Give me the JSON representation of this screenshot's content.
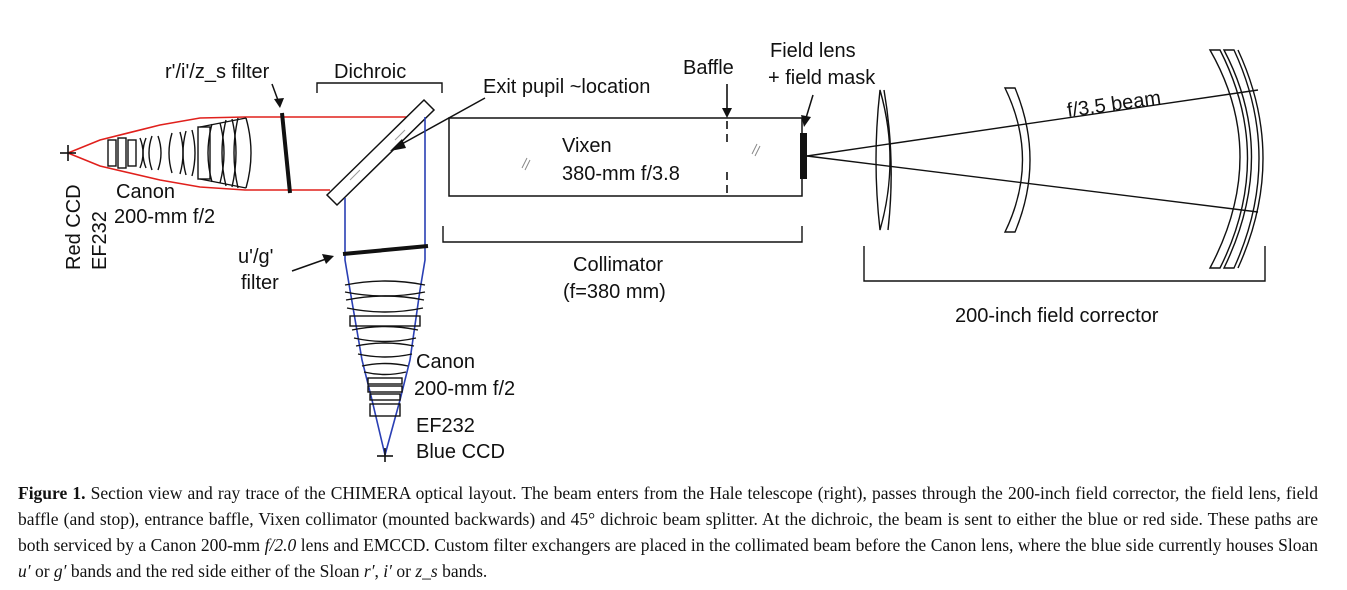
{
  "labels": {
    "filter_red": "r'/i'/z_s filter",
    "dichroic": "Dichroic",
    "exit_pupil": "Exit pupil ~location",
    "baffle": "Baffle",
    "field_lens_1": "Field lens",
    "field_lens_2": "+ field mask",
    "f35_beam": "f/3.5 beam",
    "vixen_1": "Vixen",
    "vixen_2": "380-mm f/3.8",
    "canon_red_1": "Canon",
    "canon_red_2": "200-mm f/2",
    "red_ccd": "Red CCD",
    "ef232_red": "EF232",
    "ug_filter_1": "u'/g'",
    "ug_filter_2": "filter",
    "collimator_1": "Collimator",
    "collimator_2": "(f=380 mm)",
    "field_corrector": "200-inch field corrector",
    "canon_blue_1": "Canon",
    "canon_blue_2": "200-mm f/2",
    "ef232_blue": "EF232",
    "blue_ccd": "Blue CCD"
  },
  "colors": {
    "red_beam": "#e0201c",
    "blue_beam": "#2a3fb4",
    "ink": "#111111"
  },
  "caption": {
    "heading": "Figure 1.",
    "s1": " Section view and ray trace of the CHIMERA optical layout. The beam enters from the Hale telescope (right), passes through the 200-inch field corrector, the field lens, field baffle (and stop), entrance baffle, Vixen collimator (mounted backwards) and 45° dichroic beam splitter. At the dichroic, the beam is sent to either the blue or red side. These paths are both serviced by a Canon 200-mm ",
    "f_number": "f/2.0",
    "s2": " lens and EMCCD. Custom filter exchangers are placed in the collimated beam before the Canon lens, where the blue side currently houses Sloan ",
    "band_u": "u′",
    "s3": " or ",
    "band_g": "g′",
    "s4": " bands and the red side either of the Sloan ",
    "band_r": "r′",
    "s5": ", ",
    "band_i": "i′",
    "s6": " or ",
    "band_z": "z_s",
    "s7": " bands."
  }
}
